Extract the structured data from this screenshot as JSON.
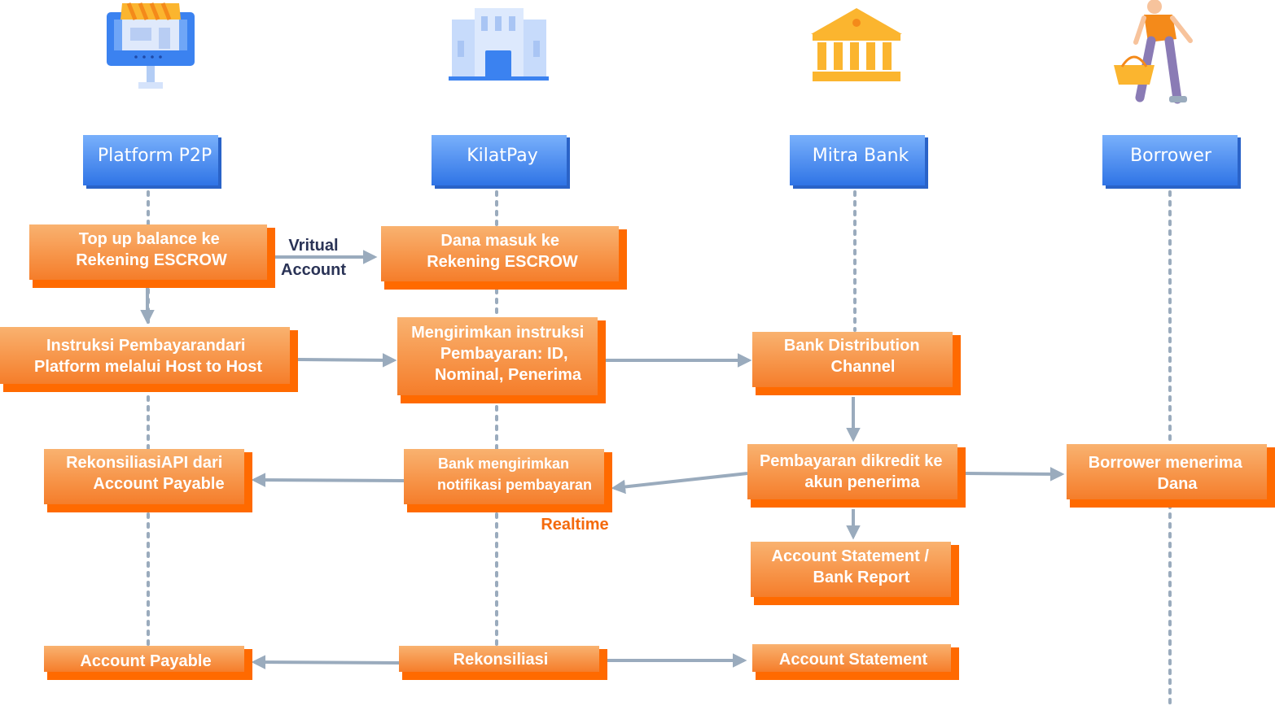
{
  "lanes": {
    "p2p": "Platform P2P",
    "kilatpay": "KilatPay",
    "bank": "Mitra Bank",
    "borrower": "Borrower"
  },
  "icons": {
    "p2p": "online-shop-monitor-icon",
    "kilatpay": "office-building-icon",
    "bank": "bank-building-icon",
    "borrower": "person-with-basket-icon"
  },
  "boxes": {
    "topup": [
      "Top up balance ke",
      "Rekening  ESCROW"
    ],
    "dana_masuk": [
      "Dana masuk ke",
      "Rekening  ESCROW"
    ],
    "instruksi_platform": [
      "Instruksi Pembayarandari",
      "Platform melalui Host to Host"
    ],
    "kirim_instruksi": [
      "Mengirimkan instruksi",
      "Pembayaran: ID,",
      "Nominal, Penerima"
    ],
    "bank_channel": [
      "Bank Distribution",
      "Channel"
    ],
    "rekonsiliasi_api": [
      "RekonsiliasiAPI dari",
      "Account Payable"
    ],
    "notif_bank": [
      "Bank mengirimkan",
      "notifikasi pembayaran"
    ],
    "dikredit": [
      "Pembayaran dikredit ke",
      "akun penerima"
    ],
    "borrower_terima": [
      "Borrower menerima",
      "Dana"
    ],
    "bank_report": [
      "Account Statement /",
      "Bank Report"
    ],
    "account_payable": [
      "Account Payable"
    ],
    "rekonsiliasi": [
      "Rekonsiliasi"
    ],
    "account_statement": [
      "Account Statement"
    ]
  },
  "edge_labels": {
    "va_line1": "Vritual",
    "va_line2": "Account",
    "realtime": "Realtime"
  },
  "colors": {
    "lane_header": "#3d86f0",
    "box_orange": "#f78a3a",
    "box_shadow": "#ff6a00",
    "arrow": "#9aabbd",
    "dotted": "#9aabbd"
  }
}
